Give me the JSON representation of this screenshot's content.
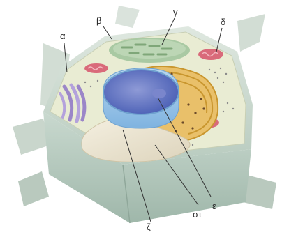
{
  "labels": {
    "alpha": "α",
    "beta": "β",
    "gamma": "γ",
    "delta": "δ",
    "epsilon": "ε",
    "zeta": "ζ",
    "sigma_tau": "στ"
  }
}
